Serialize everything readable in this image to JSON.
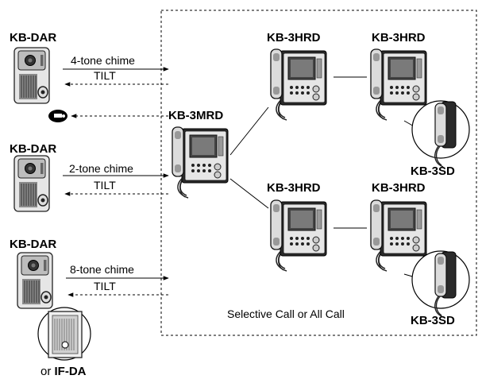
{
  "door_stations": [
    {
      "model": "KB-DAR",
      "call_label": "4-tone chime",
      "tilt_label": "TILT"
    },
    {
      "model": "KB-DAR",
      "call_label": "2-tone chime",
      "tilt_label": "TILT"
    },
    {
      "model": "KB-DAR",
      "call_label": "8-tone chime",
      "tilt_label": "TILT"
    }
  ],
  "alt_station": {
    "prefix": "or ",
    "model": "IF-DA"
  },
  "master": {
    "model": "KB-3MRD"
  },
  "sub_masters": [
    {
      "model": "KB-3HRD"
    },
    {
      "model": "KB-3HRD"
    },
    {
      "model": "KB-3HRD"
    },
    {
      "model": "KB-3HRD"
    }
  ],
  "sub_stations": [
    {
      "model": "KB-3SD"
    },
    {
      "model": "KB-3SD"
    }
  ],
  "system_note": "Selective Call or All Call"
}
